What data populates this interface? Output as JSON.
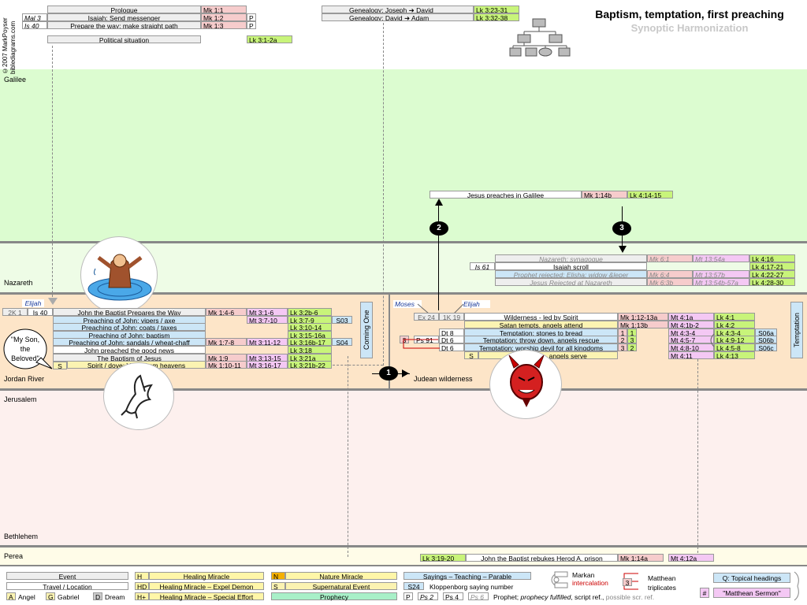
{
  "header": {
    "title": "Baptism, temptation, first preaching",
    "subtitle": "Synoptic Harmonization",
    "copyright": "©2007 MarkPoyser",
    "site": "biblediagrams.com"
  },
  "regions": [
    "Galilee",
    "Nazareth",
    "Jordan River",
    "Jerusalem",
    "Bethlehem",
    "Perea"
  ],
  "top": {
    "prologue": "Prologue",
    "prologue_mk": "Mk 1:1",
    "mal": "Mal 3",
    "isaiah_send": "Isaiah: Send messenger",
    "isaiah_send_mk": "Mk 1:2",
    "p1": "P",
    "is40": "Is 40",
    "prepare": "Prepare the way; make straight path",
    "prepare_mk": "Mk 1:3",
    "p2": "P",
    "political": "Political situation",
    "political_lk": "Lk 3:1-2a",
    "gen1": "Genealogy: Joseph",
    "gen1b": "David",
    "gen1_lk": "Lk 3:23-31",
    "gen2": "Genealogy:  David",
    "gen2b": "Adam",
    "gen2_lk": "Lk 3:32-38"
  },
  "galilee": {
    "preach": "Jesus preaches in Galilee",
    "preach_mk": "Mk 1:14b",
    "preach_lk": "Lk 4:14-15"
  },
  "nazareth": {
    "synagogue": "Nazareth: synagogue",
    "synagogue_mk": "Mk 6:1",
    "synagogue_mt": "Mt 13:54a",
    "synagogue_lk": "Lk 4:16",
    "is61": "Is 61",
    "scroll": "Isaiah scroll",
    "scroll_lk": "Lk 4:17-21",
    "rejected_elisha": "Prophet rejected: Elisha: widow &leper",
    "rejected_elisha_mk": "Mk 6:4",
    "rejected_elisha_mt": "Mt 13:57b",
    "rejected_elisha_lk": "Lk 4:22-27",
    "rejected": "Jesus Rejected at Nazareth",
    "rejected_mk": "Mk 6:3b",
    "rejected_mt": "Mt 13:54b-57a",
    "rejected_lk": "Lk 4:28-30"
  },
  "jordan": {
    "elijah": "Elijah",
    "k2": "2K 1",
    "is40": "Is 40",
    "rows": [
      {
        "t": "John the Baptist Prepares the Way",
        "mk": "Mk 1:4-6",
        "mt": "Mt 3:1-6",
        "lk": "Lk 3:2b-6"
      },
      {
        "t": "Preaching of John: vipers / axe",
        "mk": "",
        "mt": "Mt 3:7-10",
        "lk": "Lk 3:7-9",
        "s": "S03"
      },
      {
        "t": "Preaching of John: coats / taxes",
        "mk": "",
        "mt": "",
        "lk": "Lk 3:10-14"
      },
      {
        "t": "Preaching of John: baptism",
        "mk": "",
        "mt": "",
        "lk": "Lk 3:15-16a"
      },
      {
        "t": "Preaching of John: sandals / wheat-chaff",
        "mk": "Mk 1:7-8",
        "mt": "Mt 3:11-12",
        "lk": "Lk 3:16b-17",
        "s": "S04"
      },
      {
        "t": "John preached the good news",
        "mk": "",
        "mt": "",
        "lk": "Lk 3:18"
      },
      {
        "t": "The Baptism of Jesus",
        "mk": "Mk 1:9",
        "mt": "Mt 3:13-15",
        "lk": "Lk 3:21a"
      },
      {
        "t": "Spirit / dove; Voice from heavens",
        "mk": "Mk 1:10-11",
        "mt": "Mt 3:16-17",
        "lk": "Lk 3:21b-22"
      }
    ],
    "s_tag": "S",
    "coming_one": "Coming One",
    "quote": "\"My Son, the Beloved\""
  },
  "judean": {
    "label": "Judean wilderness",
    "moses": "Moses",
    "elijah": "Elijah",
    "ex24": "Ex 24",
    "k19": "1K 19",
    "wild": "Wilderness - led by Spirit",
    "wild_mk": "Mk 1:12-13a",
    "wild_mt": "Mt 4:1a",
    "wild_lk": "Lk 4:1",
    "satan": "Satan tempts, angels attend",
    "satan_mk": "Mk 1:13b",
    "satan_mt": "Mt 4:1b-2",
    "satan_lk": "Lk 4:2",
    "dt8": "Dt 8",
    "stones": "Temptation: stones to bread",
    "stones_mt": "Mt 4:3-4",
    "stones_lk": "Lk 4:3-4",
    "s06a": "S06a",
    "ps91": "Ps 91",
    "dt6a": "Dt 6",
    "throw": "Temptation: throw down, angels rescue",
    "throw_mt": "Mt 4:5-7",
    "throw_lk": "Lk 4:9-12",
    "s06b": "S06b",
    "dt6b": "Dt 6",
    "worship": "Temptation: worship devil for all kingdoms",
    "worship_mt": "Mt 4:8-10",
    "worship_lk": "Lk 4:5-8",
    "s06c": "S06c",
    "devil": "Devil leaves, angels serve",
    "devil_mt": "Mt 4:11",
    "devil_lk": "Lk 4:13",
    "s": "S",
    "three": "3",
    "n1": "1",
    "n2": "2",
    "n3": "3",
    "temptation": "Temptation"
  },
  "perea": {
    "lk": "Lk 3:19-20",
    "t": "John the Baptist rebukes Herod A, prison",
    "mk": "Mk 1:14a",
    "mt": "Mt 4:12a"
  },
  "legend": {
    "event": "Event",
    "travel": "Travel / Location",
    "angel": "Angel",
    "a": "A",
    "g": "G",
    "gabriel": "Gabriel",
    "d": "D",
    "dream": "Dream",
    "h": "H",
    "healing": "Healing Miracle",
    "hd": "HD",
    "demon": "Healing Miracle – Expel Demon",
    "hp": "H+",
    "special": "Healing Miracle – Special Effort",
    "n": "N",
    "nature": "Nature Miracle",
    "s": "S",
    "super": "Supernatural Event",
    "prophecy": "Prophecy",
    "sayings": "Sayings – Teaching – Parable",
    "s24": "S24",
    "kloppenborg": "Kloppenborg saying number",
    "p": "P",
    "ps2": "Ps 2",
    "ps4": "Ps 4",
    "ps6": "Ps 6",
    "prophet": "Prophet;",
    "fulfilled": "prophecy fulfilled",
    "scriptref": ", script ref.,",
    "possible": "possible scr. ref.",
    "markan": "Markan",
    "intercalation": "intercalation",
    "m3": "3",
    "matthean": "Matthean",
    "triplicates": "triplicates",
    "topical": "Q: Topical headings",
    "hash": "#",
    "sermon": "\"Matthean Sermon\""
  },
  "colors": {
    "galilee": "#dcfcd0",
    "nazareth": "#eefce6",
    "jordan": "#fde5c8",
    "jerusalem": "#fdf0ee",
    "perea": "#fffce8",
    "mk": "#f6cccc",
    "mt": "#f4c8f4",
    "lk": "#c8f47a",
    "saying": "#cce6f7",
    "supernatural": "#fbf3b2",
    "prophecy": "#a8f0c8"
  },
  "icons": [
    "org-chart-icon",
    "john-baptist-icon",
    "dove-icon",
    "devil-icon",
    "arrow-right-icon",
    "arrow-up-icon",
    "arrow-down-icon"
  ]
}
